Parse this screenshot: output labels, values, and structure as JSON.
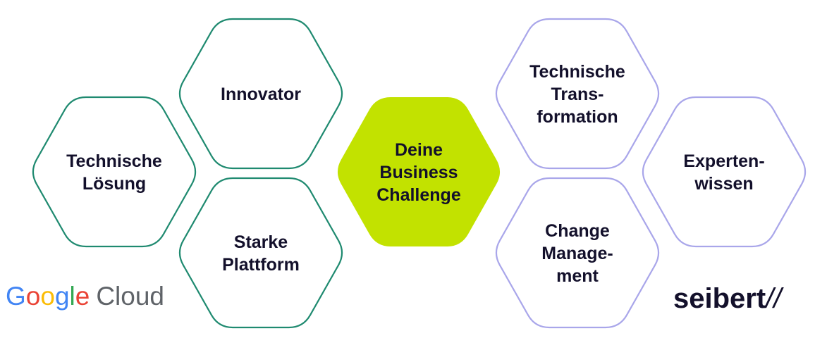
{
  "diagram": {
    "hexagons": [
      {
        "id": "technische-loesung",
        "lines": [
          "Technische",
          "Lösung"
        ],
        "group": "google"
      },
      {
        "id": "innovator",
        "lines": [
          "Innovator"
        ],
        "group": "google"
      },
      {
        "id": "starke-plattform",
        "lines": [
          "Starke",
          "Plattform"
        ],
        "group": "google"
      },
      {
        "id": "business-challenge",
        "lines": [
          "Deine",
          "Business",
          "Challenge"
        ],
        "group": "center"
      },
      {
        "id": "technische-transformation",
        "lines": [
          "Technische",
          "Trans-",
          "formation"
        ],
        "group": "seibert"
      },
      {
        "id": "change-management",
        "lines": [
          "Change",
          "Manage-",
          "ment"
        ],
        "group": "seibert"
      },
      {
        "id": "expertenwissen",
        "lines": [
          "Experten-",
          "wissen"
        ],
        "group": "seibert"
      }
    ],
    "colors": {
      "google_outline": "#1f8a70",
      "seibert_outline": "#a9a6ea",
      "center_fill": "#c2e200",
      "text": "#13102b"
    }
  },
  "logos": {
    "google": {
      "word": "Google",
      "suffix": "Cloud",
      "letter_colors": [
        "#4285F4",
        "#EA4335",
        "#FBBC05",
        "#4285F4",
        "#34A853",
        "#EA4335"
      ],
      "suffix_color": "#5f6368"
    },
    "seibert": {
      "word": "seibert",
      "mark": "//",
      "color": "#13102b"
    }
  }
}
